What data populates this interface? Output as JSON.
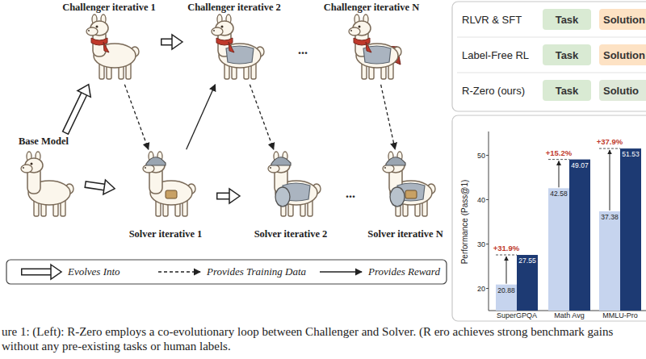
{
  "diagram": {
    "caption": "ure 1: (Left): R-Zero employs a co-evolutionary loop between Challenger and Solver. (R ero achieves strong benchmark gains without any pre-existing tasks or human labels.",
    "nodes": [
      {
        "text": [
          "Challenger iterative 1"
        ]
      },
      {
        "text": [
          "Challenger iterative 2"
        ]
      },
      {
        "text": [
          "Challenger iterative N"
        ]
      },
      {
        "text": [
          "Base Model"
        ]
      },
      {
        "text": [
          "Solver iterative 1"
        ]
      },
      {
        "text": [
          "Solver iterative 2"
        ]
      },
      {
        "text": [
          "Solver iterative N"
        ]
      },
      {
        "text": [
          "Task"
        ]
      },
      {
        "text": [
          "Solution"
        ]
      },
      {
        "text": [
          "Task"
        ]
      },
      {
        "text": [
          "Solution"
        ]
      },
      {
        "text": [
          "Task"
        ]
      },
      {
        "text": [
          "Solutio"
        ]
      }
    ],
    "edges": [
      {
        "from": 3,
        "to": 0,
        "arrow": "to"
      },
      {
        "from": 3,
        "to": 4,
        "arrow": "to"
      },
      {
        "from": 0,
        "to": 1,
        "arrow": "to"
      },
      {
        "from": 4,
        "to": 5,
        "arrow": "to"
      },
      {
        "from": 0,
        "to": 4,
        "arrow": "to"
      },
      {
        "from": 4,
        "to": 1,
        "arrow": "to"
      },
      {
        "from": 1,
        "to": 5,
        "arrow": "to"
      },
      {
        "from": 2,
        "to": 6,
        "arrow": "to"
      }
    ],
    "labels": [
      "...",
      "...",
      "RLVR & SFT",
      "Label-Free RL",
      "R-Zero (ours)",
      "Performance (Pass@1)",
      "20",
      "30",
      "40",
      "50",
      "+31.9%",
      "20.88",
      "27.55",
      "SuperGPQA",
      "+15.2%",
      "42.58",
      "49.07",
      "Math Avg",
      "+37.9%",
      "37.38",
      "51.53",
      "MMLU-Pro"
    ],
    "legend": [
      {
        "text": "Evolves Into"
      },
      {
        "text": "Provides Training Data"
      },
      {
        "text": "Provides Reward"
      }
    ]
  }
}
